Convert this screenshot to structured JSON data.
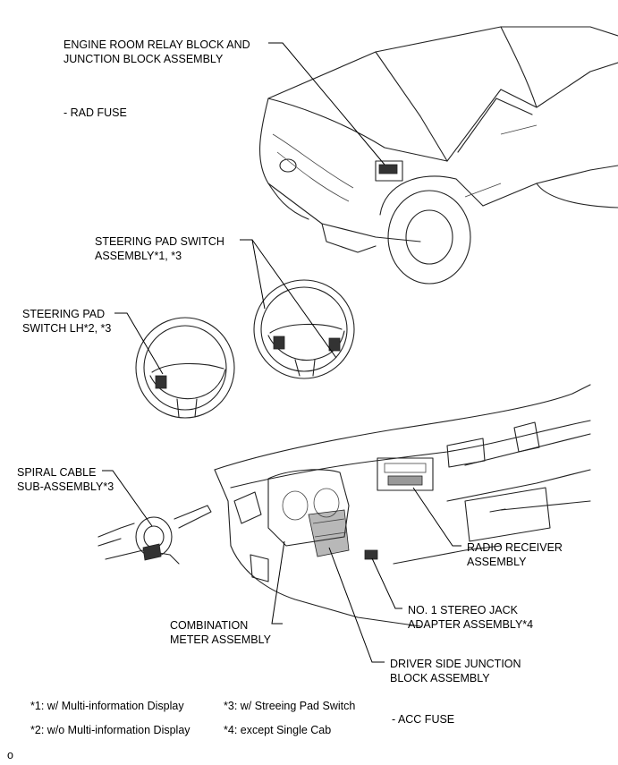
{
  "labels": {
    "engine_relay_1": "ENGINE ROOM RELAY BLOCK AND",
    "engine_relay_2": "JUNCTION BLOCK ASSEMBLY",
    "rad_fuse": "- RAD FUSE",
    "steering_pad_1": "STEERING PAD SWITCH",
    "steering_pad_2": "ASSEMBLY*1, *3",
    "steering_lh_1": "STEERING PAD",
    "steering_lh_2": "SWITCH LH*2, *3",
    "spiral_1": "SPIRAL CABLE",
    "spiral_2": "SUB-ASSEMBLY*3",
    "radio_1": "RADIO RECEIVER",
    "radio_2": "ASSEMBLY",
    "stereo_1": "NO. 1 STEREO JACK",
    "stereo_2": "ADAPTER ASSEMBLY*4",
    "combo_1": "COMBINATION",
    "combo_2": "METER ASSEMBLY",
    "dsjb_1": "DRIVER SIDE JUNCTION",
    "dsjb_2": "BLOCK ASSEMBLY"
  },
  "notes": {
    "n1": "*1: w/ Multi-information Display",
    "n2": "*2: w/o Multi-information Display",
    "n3": "*3: w/ Streeing Pad Switch",
    "n4": "*4: except Single Cab",
    "acc_fuse": "- ACC FUSE"
  },
  "corner": "o"
}
